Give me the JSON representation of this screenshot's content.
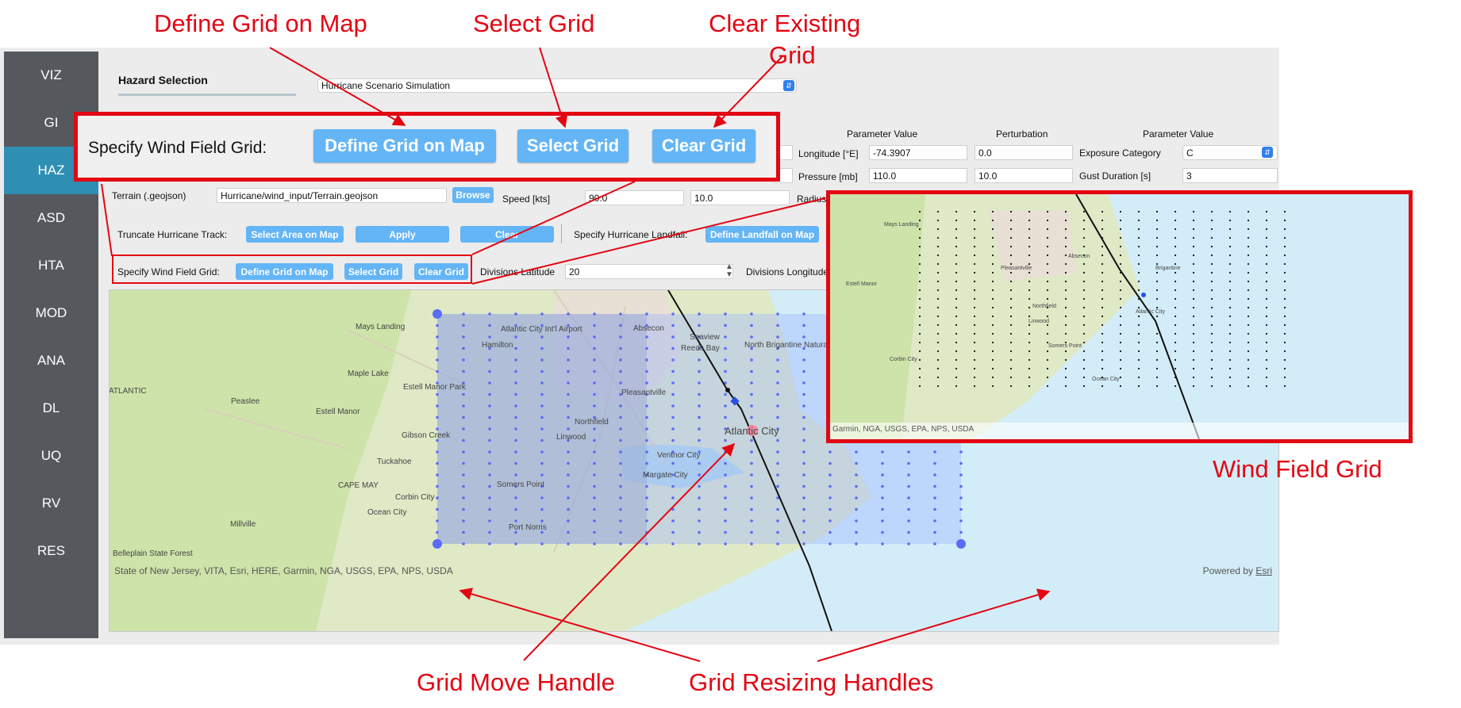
{
  "sidebar": {
    "items": [
      {
        "label": "VIZ"
      },
      {
        "label": "GI"
      },
      {
        "label": "HAZ"
      },
      {
        "label": "ASD"
      },
      {
        "label": "HTA"
      },
      {
        "label": "MOD"
      },
      {
        "label": "ANA"
      },
      {
        "label": "DL"
      },
      {
        "label": "UQ"
      },
      {
        "label": "RV"
      },
      {
        "label": "RES"
      }
    ],
    "active": "HAZ"
  },
  "hazard": {
    "label": "Hazard Selection",
    "value": "Hurricane Scenario Simulation"
  },
  "params": {
    "header_param_value": "Parameter Value",
    "header_perturbation": "Perturbation",
    "header_param_value2": "Parameter Value",
    "longitude_label": "Longitude [°E]",
    "longitude_value": "-74.3907",
    "longitude_pert": "0.0",
    "pressure_label": "Pressure [mb]",
    "pressure_value": "110.0",
    "pressure_pert": "10.0",
    "speed_label": "Speed [kts]",
    "speed_value": "90.0",
    "speed_pert": "10.0",
    "radius_label": "Radius",
    "exposure_label": "Exposure Category",
    "exposure_value": "C",
    "gust_label": "Gust Duration [s]",
    "gust_value": "3"
  },
  "terrain": {
    "label": "Terrain (.geojson)",
    "value": "Hurricane/wind_input/Terrain.geojson",
    "browse": "Browse"
  },
  "truncate": {
    "label": "Truncate Hurricane Track:",
    "select_area": "Select Area on Map",
    "apply": "Apply",
    "clear": "Clear"
  },
  "landfall": {
    "label": "Specify Hurricane Landfall:",
    "button": "Define Landfall on Map"
  },
  "grid": {
    "label": "Specify Wind Field Grid:",
    "define": "Define Grid on Map",
    "select": "Select Grid",
    "clear": "Clear Grid",
    "div_lat_label": "Divisions Latitude",
    "div_lat_value": "20",
    "div_lon_label": "Divisions Longitude"
  },
  "zoom": {
    "label": "Specify Wind Field Grid:",
    "define": "Define Grid on Map",
    "select": "Select Grid",
    "clear": "Clear Grid"
  },
  "map": {
    "attribution": "State of New Jersey, VITA, Esri, HERE, Garmin, NGA, USGS, EPA, NPS, USDA",
    "powered": "Powered by",
    "esri": "Esri",
    "places": [
      "Mays Landing",
      "Atlantic City Int'l Airport",
      "Hamilton",
      "Absecon",
      "Seaview",
      "Reeds Bay",
      "North Brigantine Natural Area",
      "Maple Lake",
      "Estell Manor",
      "Estell Manor Park",
      "Peaslee",
      "Pleasantville",
      "Brigantine",
      "Northfield",
      "Linwood",
      "Atlantic City",
      "Ventnor City",
      "Margate City",
      "Somers Point",
      "Gibson Creek",
      "Tuckahoe",
      "Corbin City",
      "Ocean City",
      "Port Norris",
      "Belleplain State Forest",
      "Millville",
      "ATLANTIC",
      "CAPE MAY"
    ],
    "inset_attribution": "Garmin, NGA, USGS, EPA, NPS, USDA",
    "inset_places": [
      "Mays Landing",
      "Estell Manor",
      "Atlantic City",
      "Brigantine",
      "Ocean City",
      "Corbin City",
      "Northfield",
      "Linwood",
      "Somers Point",
      "Pleasantville",
      "Absecon"
    ]
  },
  "annotations": {
    "define_grid": "Define Grid on Map",
    "select_grid": "Select Grid",
    "clear_grid_1": "Clear  Existing",
    "clear_grid_2": "Grid",
    "wind_field": "Wind Field Grid",
    "move_handle": "Grid Move Handle",
    "resize_handles": "Grid Resizing Handles"
  },
  "colors": {
    "accent": "#64b5f6",
    "active_nav": "#2f8fb3",
    "annotation": "#e30613",
    "grid_point": "#5a6cf5"
  }
}
